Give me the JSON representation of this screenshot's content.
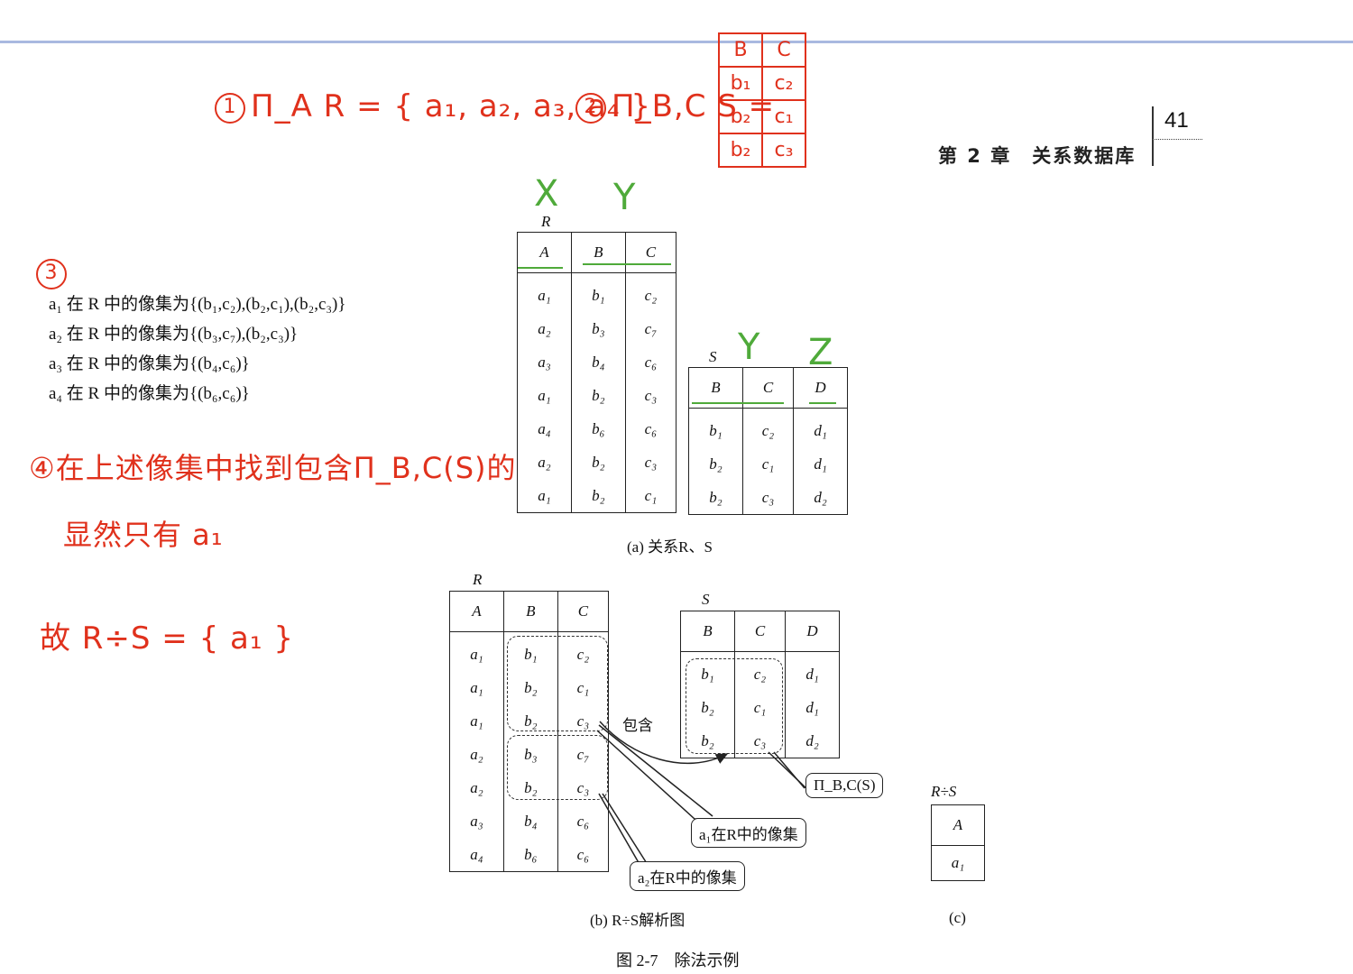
{
  "header": {
    "page_number": "41",
    "chapter": "第 2 章　关系数据库"
  },
  "handwriting": {
    "step1": "Π_A R = { a₁, a₂, a₃, a₄ }",
    "step1_num": "1",
    "step2_num": "2",
    "step2": "Π_B,C S =",
    "step2_grid_header": [
      "B",
      "C"
    ],
    "step2_grid_rows": [
      [
        "b₁",
        "c₂"
      ],
      [
        "b₂",
        "c₁"
      ],
      [
        "b₂",
        "c₃"
      ]
    ],
    "step3_num": "3",
    "step4": "④在上述像集中找到包含Π_B,C(S)的",
    "step4_line2": "显然只有 a₁",
    "conclusion": "故 R÷S = { a₁ }",
    "label_x": "X",
    "label_y1": "Y",
    "label_y2": "Y",
    "label_z": "Z"
  },
  "image_sets": [
    "a₁ 在 R 中的像集为{(b₁,c₂),(b₂,c₁),(b₂,c₃)}",
    "a₂ 在 R 中的像集为{(b₃,c₇),(b₂,c₃)}",
    "a₃ 在 R 中的像集为{(b₄,c₆)}",
    "a₄ 在 R 中的像集为{(b₆,c₆)}"
  ],
  "figure_a": {
    "R": {
      "label": "R",
      "columns": [
        "A",
        "B",
        "C"
      ],
      "rows": [
        [
          "a₁",
          "b₁",
          "c₂"
        ],
        [
          "a₂",
          "b₃",
          "c₇"
        ],
        [
          "a₃",
          "b₄",
          "c₆"
        ],
        [
          "a₁",
          "b₂",
          "c₃"
        ],
        [
          "a₄",
          "b₆",
          "c₆"
        ],
        [
          "a₂",
          "b₂",
          "c₃"
        ],
        [
          "a₁",
          "b₂",
          "c₁"
        ]
      ]
    },
    "S": {
      "label": "S",
      "columns": [
        "B",
        "C",
        "D"
      ],
      "rows": [
        [
          "b₁",
          "c₂",
          "d₁"
        ],
        [
          "b₂",
          "c₁",
          "d₁"
        ],
        [
          "b₂",
          "c₃",
          "d₂"
        ]
      ]
    },
    "caption": "(a) 关系R、S"
  },
  "figure_b": {
    "R": {
      "label": "R",
      "columns": [
        "A",
        "B",
        "C"
      ],
      "rows": [
        [
          "a₁",
          "b₁",
          "c₂"
        ],
        [
          "a₁",
          "b₂",
          "c₁"
        ],
        [
          "a₁",
          "b₂",
          "c₃"
        ],
        [
          "a₂",
          "b₃",
          "c₇"
        ],
        [
          "a₂",
          "b₂",
          "c₃"
        ],
        [
          "a₃",
          "b₄",
          "c₆"
        ],
        [
          "a₄",
          "b₆",
          "c₆"
        ]
      ]
    },
    "S": {
      "label": "S",
      "columns": [
        "B",
        "C",
        "D"
      ],
      "rows": [
        [
          "b₁",
          "c₂",
          "d₁"
        ],
        [
          "b₂",
          "c₁",
          "d₁"
        ],
        [
          "b₂",
          "c₃",
          "d₂"
        ]
      ]
    },
    "contains_label": "包含",
    "callout_pi": "Π_B,C(S)",
    "callout_a1": "a₁在R中的像集",
    "callout_a2": "a₂在R中的像集",
    "caption": "(b) R÷S解析图"
  },
  "figure_c": {
    "label": "R÷S",
    "columns": [
      "A"
    ],
    "rows": [
      [
        "a₁"
      ]
    ],
    "caption": "(c)"
  },
  "figure_caption": "图 2-7　除法示例"
}
